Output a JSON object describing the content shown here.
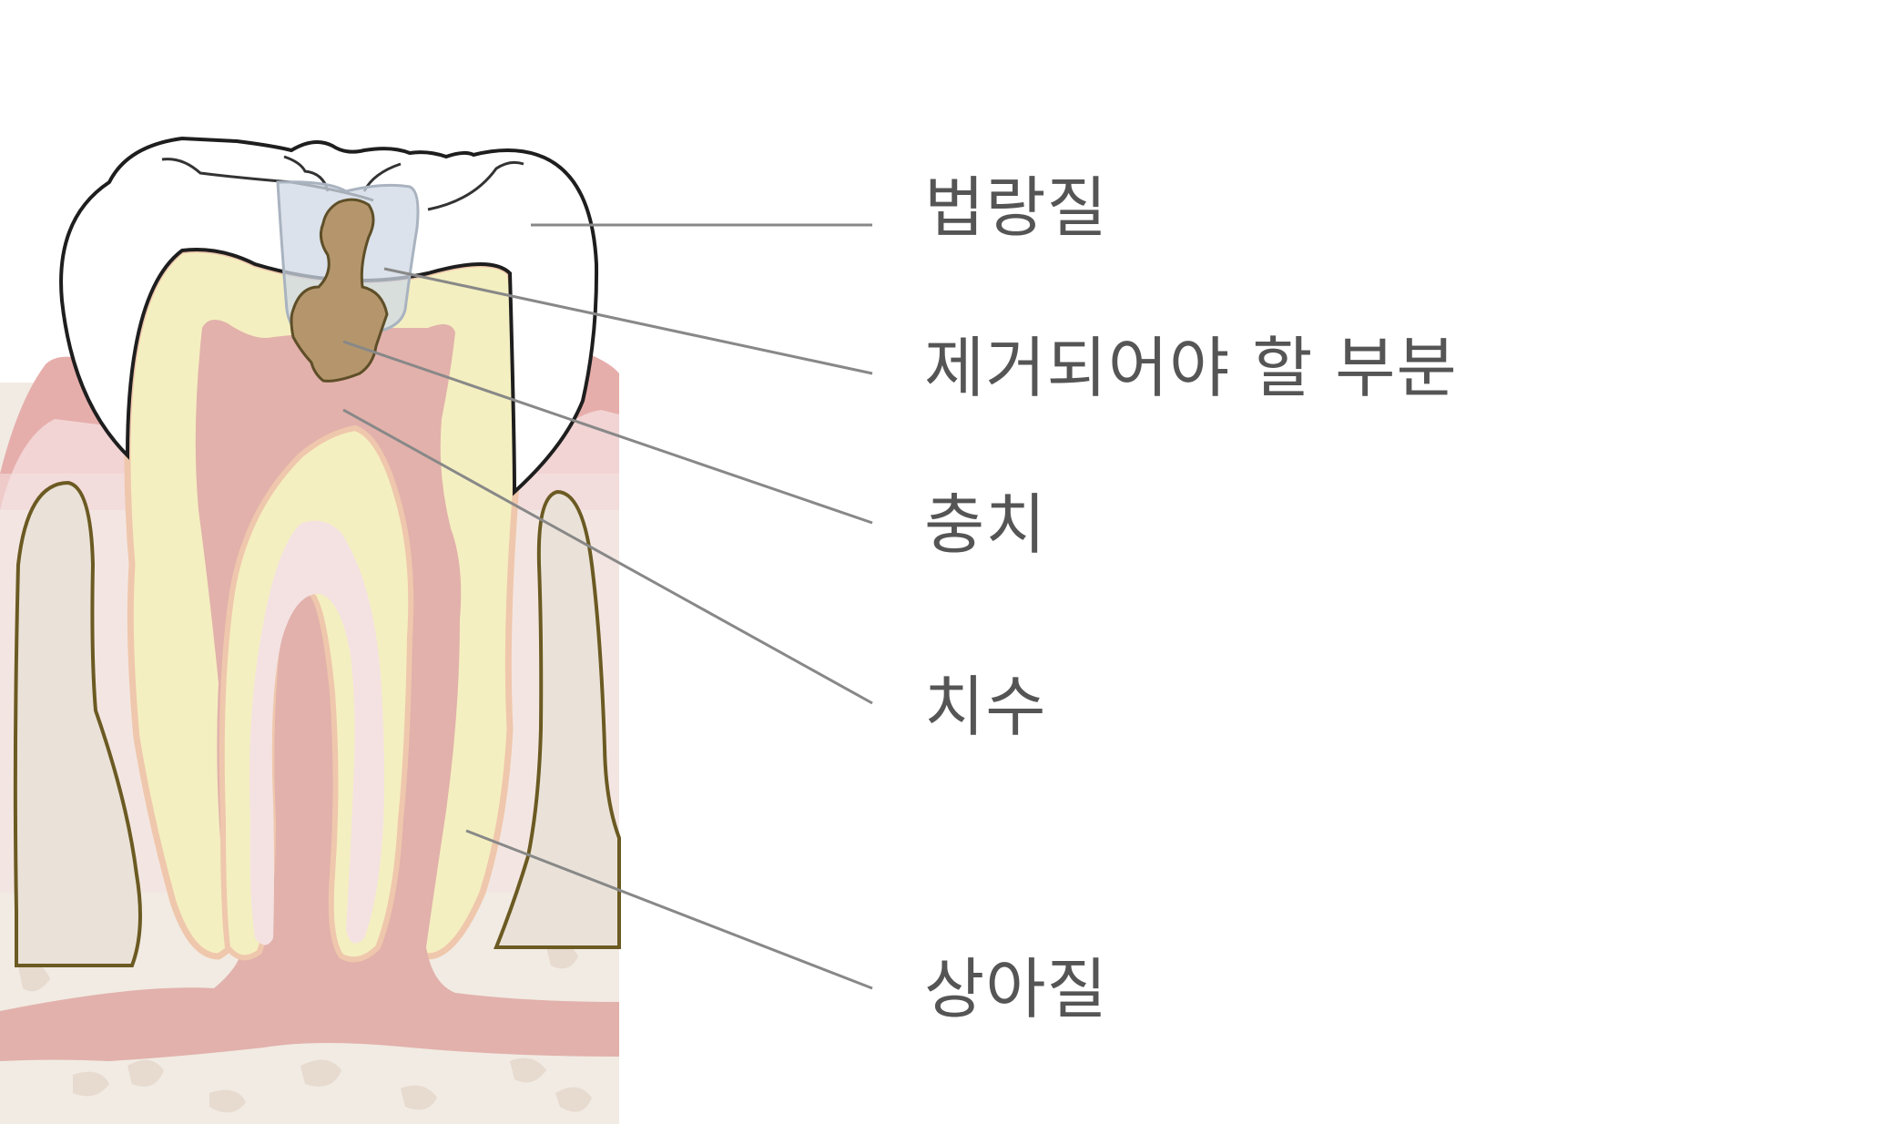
{
  "labels": {
    "enamel": "법랑질",
    "removed_part": "제거되어야 할 부분",
    "caries": "충치",
    "pulp": "치수",
    "dentin": "상아질"
  },
  "colors": {
    "label_text": "#555555",
    "leader_line": "#888888",
    "enamel": "#ffffff",
    "dentin": "#f4efc0",
    "pulp": "#e2b1ab",
    "gum": "#f2d4d4",
    "bone": "#efe9e0",
    "caries": "#b5966c",
    "removed_region": "#cfd8e4"
  }
}
